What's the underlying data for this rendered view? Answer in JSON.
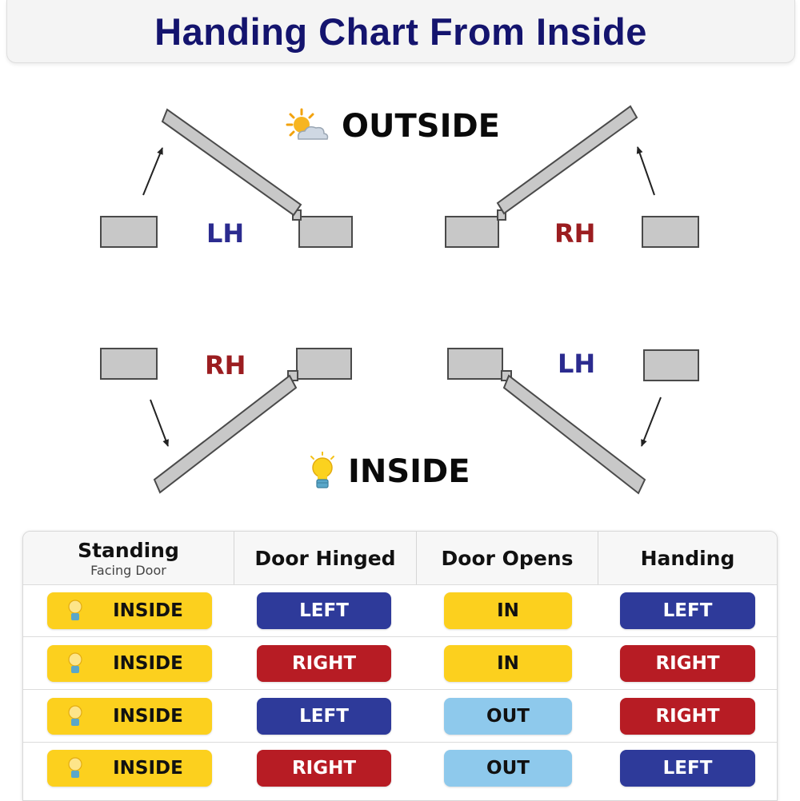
{
  "title": "Handing Chart From Inside",
  "diagram": {
    "outside_label": "OUTSIDE",
    "inside_label": "INSIDE",
    "top_left_handing": "LH",
    "top_right_handing": "RH",
    "bottom_left_handing": "RH",
    "bottom_right_handing": "LH",
    "icons": [
      "sun-cloud-icon",
      "lightbulb-icon"
    ]
  },
  "table": {
    "headers": [
      {
        "label": "Standing",
        "sub": "Facing Door"
      },
      {
        "label": "Door Hinged"
      },
      {
        "label": "Door Opens"
      },
      {
        "label": "Handing"
      }
    ],
    "rows": [
      {
        "standing": "INSIDE",
        "hinged": "LEFT",
        "opens": "IN",
        "handing": "LEFT"
      },
      {
        "standing": "INSIDE",
        "hinged": "RIGHT",
        "opens": "IN",
        "handing": "RIGHT"
      },
      {
        "standing": "INSIDE",
        "hinged": "LEFT",
        "opens": "OUT",
        "handing": "RIGHT"
      },
      {
        "standing": "INSIDE",
        "hinged": "RIGHT",
        "opens": "OUT",
        "handing": "LEFT"
      }
    ]
  },
  "colors": {
    "title": "#14146e",
    "lh": "#2b2b8f",
    "rh": "#9b1d20",
    "yellow_pill": "#fcd01e",
    "blue_pill": "#2e3a9a",
    "red_pill": "#b71c24",
    "light_blue_pill": "#8ec9ec"
  }
}
